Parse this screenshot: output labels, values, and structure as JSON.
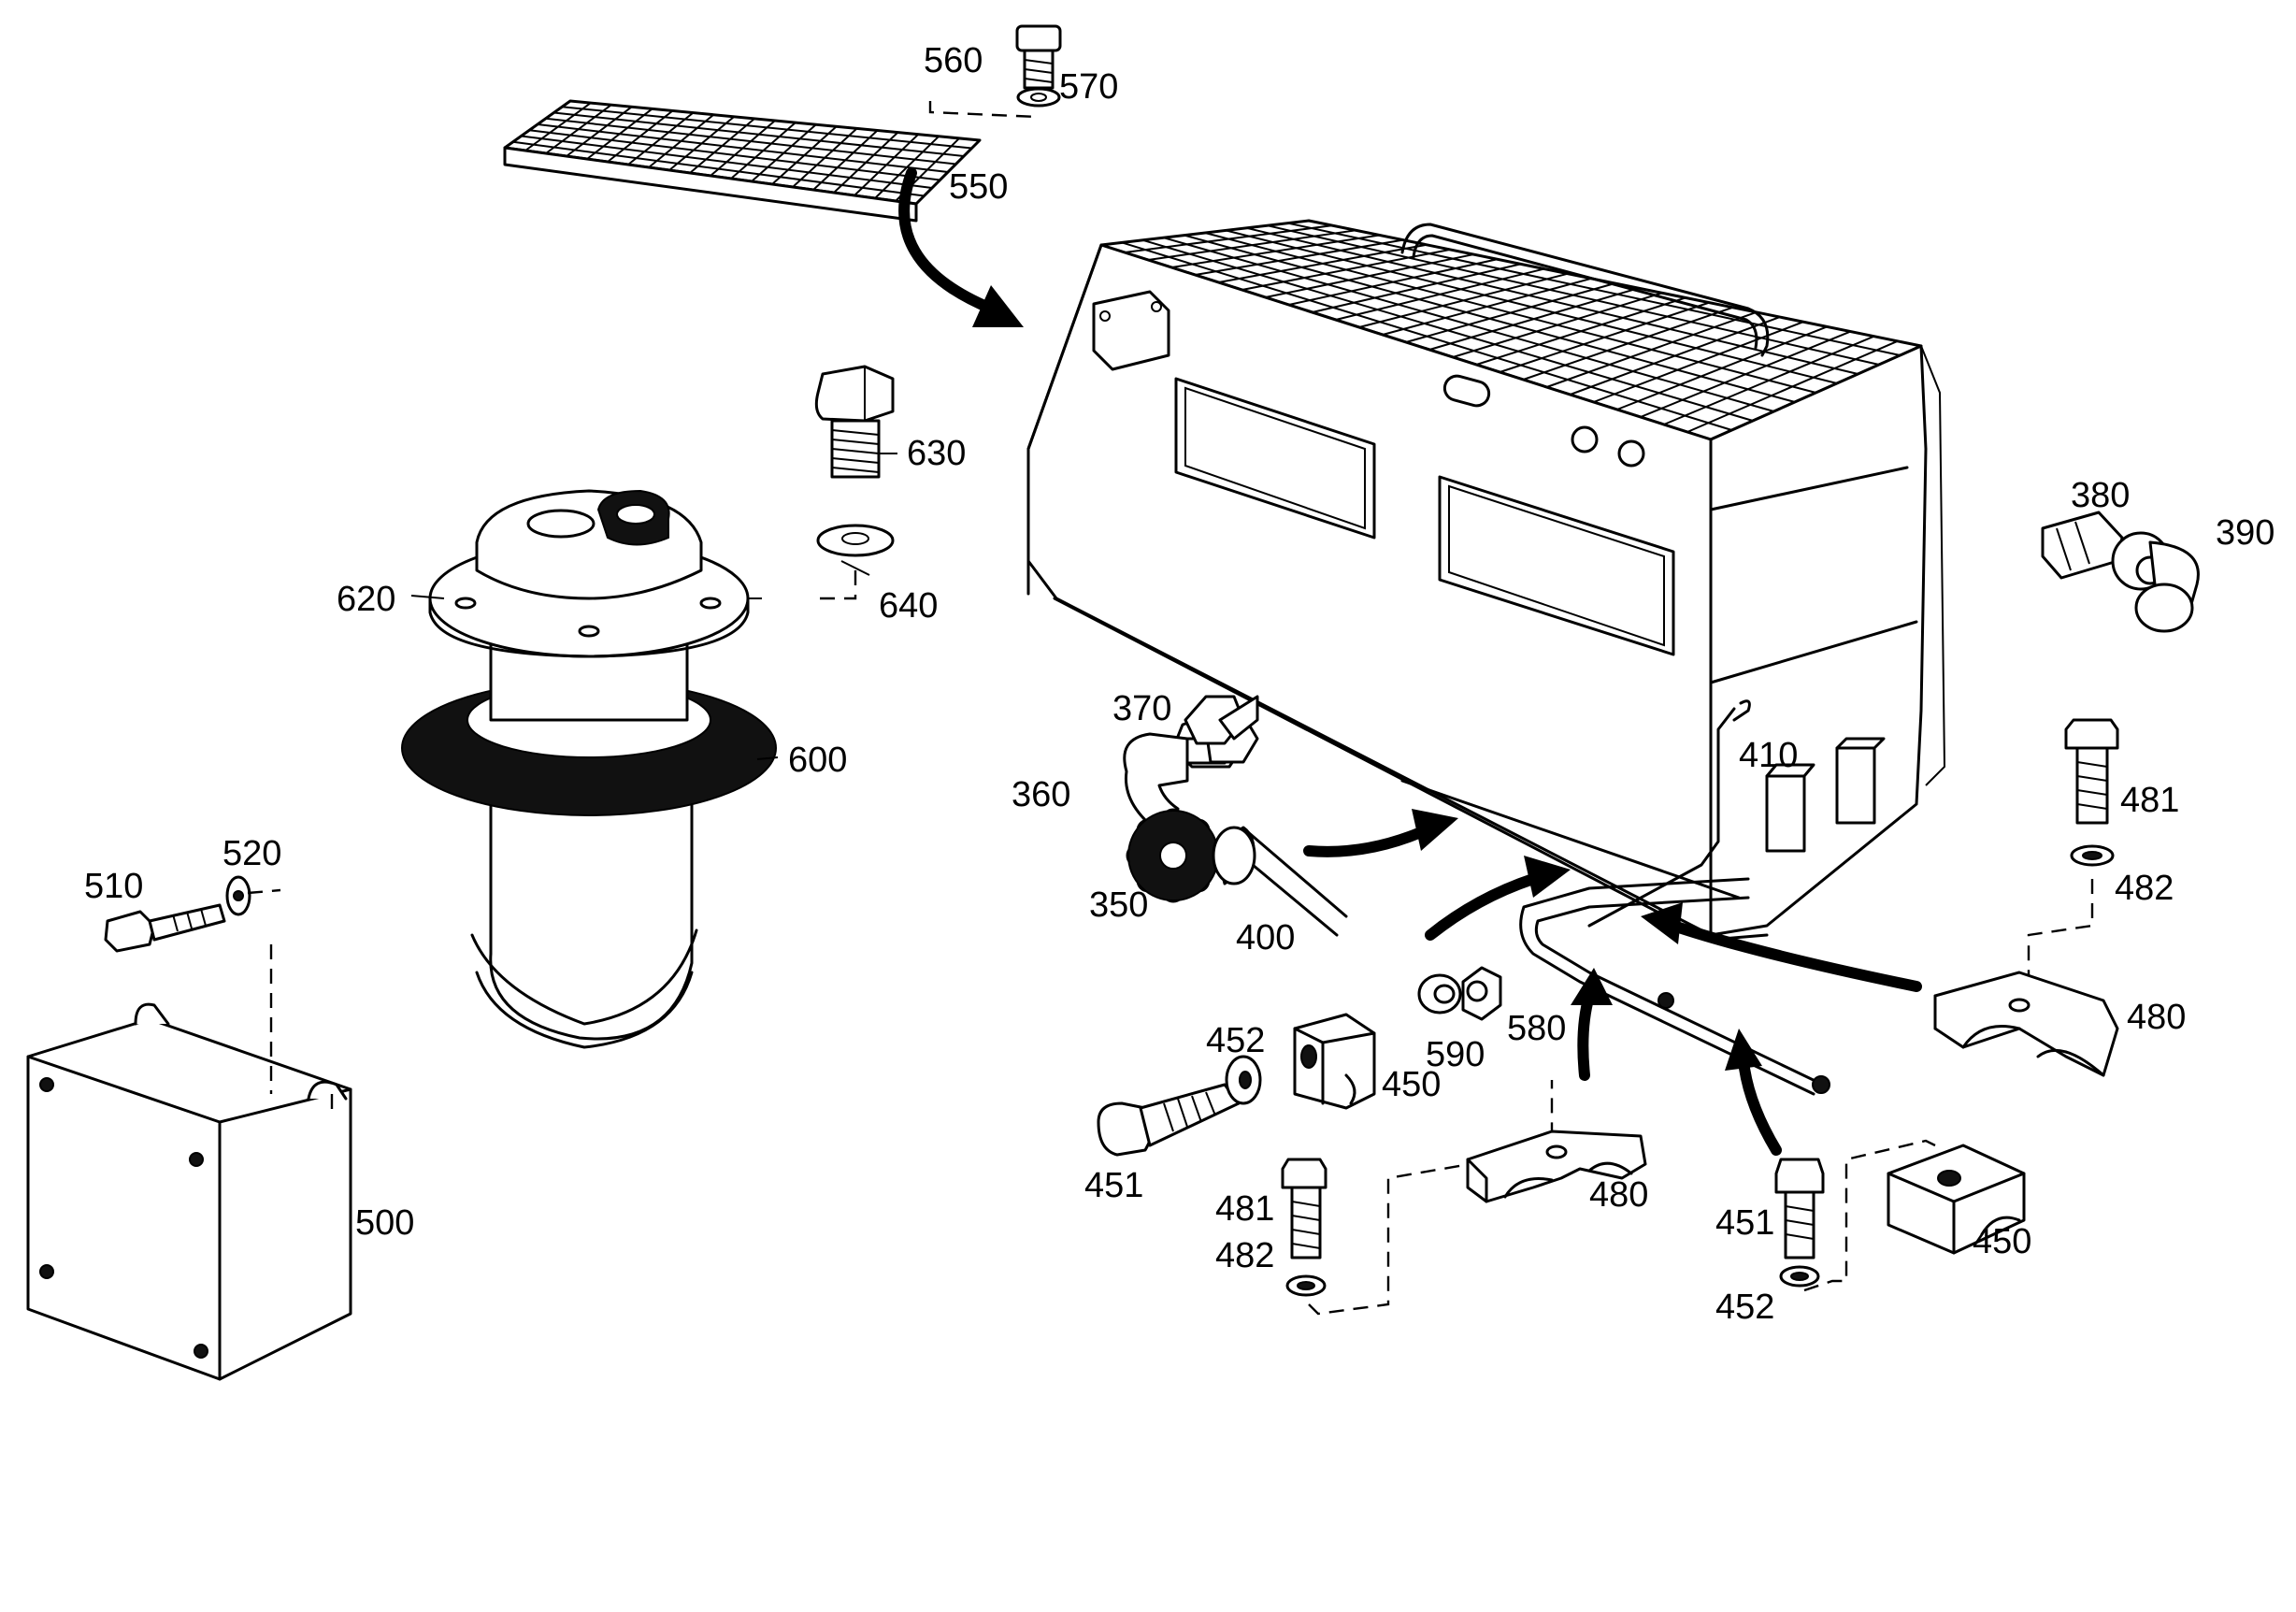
{
  "labels": {
    "p560": "560",
    "p570": "570",
    "p550": "550",
    "p630": "630",
    "p620": "620",
    "p640": "640",
    "p600": "600",
    "p510": "510",
    "p520": "520",
    "p500": "500",
    "p370": "370",
    "p360": "360",
    "p350": "350",
    "p400": "400",
    "p410": "410",
    "p380": "380",
    "p390": "390",
    "p481a": "481",
    "p482a": "482",
    "p480a": "480",
    "p590": "590",
    "p580": "580",
    "p452a": "452",
    "p450a": "450",
    "p451a": "451",
    "p481b": "481",
    "p482b": "482",
    "p480b": "480",
    "p451b": "451",
    "p452b": "452",
    "p450b": "450"
  },
  "colors": {
    "ink": "#000000",
    "paper": "#ffffff"
  }
}
